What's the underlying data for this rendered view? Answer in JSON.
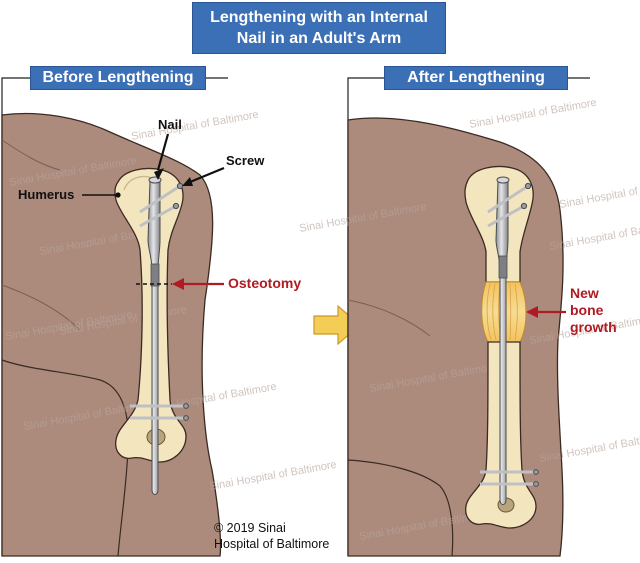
{
  "title": {
    "line1": "Lengthening with an Internal",
    "line2": "Nail in an Adult's Arm"
  },
  "panels": {
    "before": {
      "heading": "Before Lengthening",
      "labels": {
        "nail": "Nail",
        "screw": "Screw",
        "humerus": "Humerus",
        "osteotomy": "Osteotomy"
      }
    },
    "after": {
      "heading": "After Lengthening",
      "labels": {
        "new_bone_line1": "New",
        "new_bone_line2": "bone",
        "new_bone_line3": "growth"
      }
    }
  },
  "watermark": "Sinai Hospital of Baltimore",
  "copyright": {
    "line1": "© 2019 Sinai",
    "line2": "Hospital of Baltimore"
  },
  "colors": {
    "header_blue": "#3b6fb6",
    "skin": "#ac8b7d",
    "bone": "#f3e6bf",
    "nail": "#a8a9ad",
    "annotation_red": "#b01a22",
    "arrow_yellow": "#f3cd55"
  }
}
